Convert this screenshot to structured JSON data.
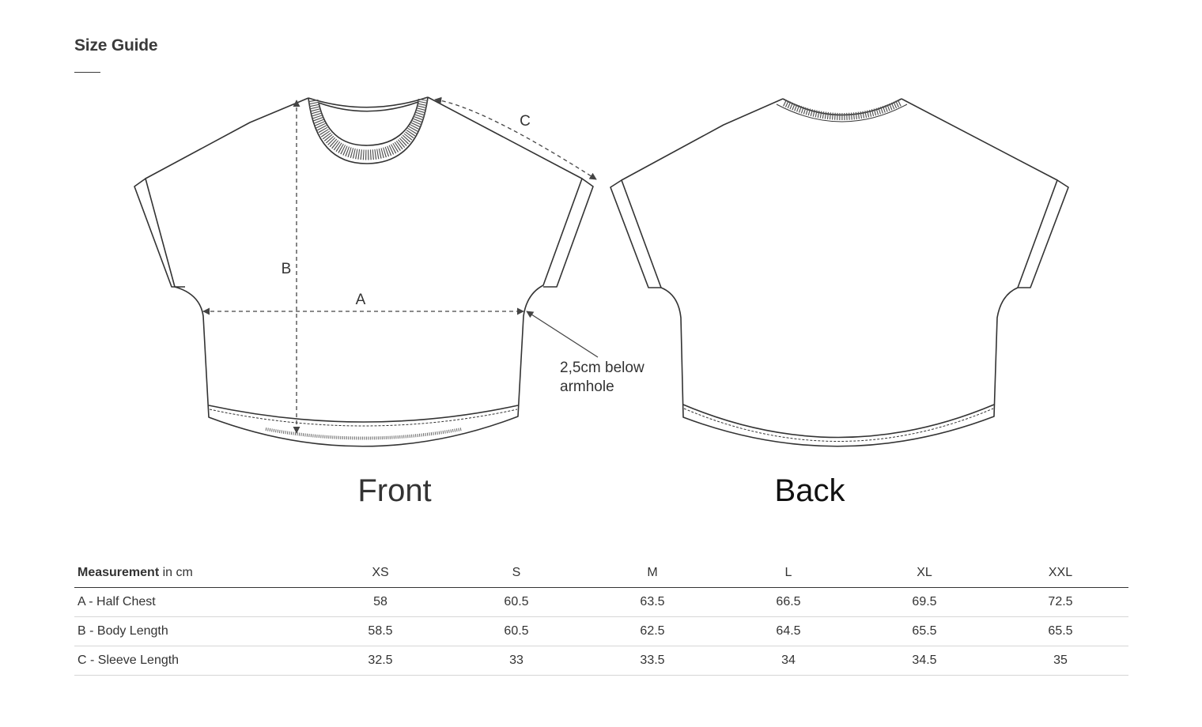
{
  "page": {
    "title": "Size Guide"
  },
  "diagram": {
    "front_label": "Front",
    "back_label": "Back",
    "markers": {
      "a": "A",
      "b": "B",
      "c": "C"
    },
    "note_line1": "2,5cm below",
    "note_line2": "armhole"
  },
  "table": {
    "header_strong": "Measurement",
    "header_unit": " in cm",
    "sizes": [
      "XS",
      "S",
      "M",
      "L",
      "XL",
      "XXL"
    ],
    "rows": [
      {
        "label": "A - Half Chest",
        "values": [
          "58",
          "60.5",
          "63.5",
          "66.5",
          "69.5",
          "72.5"
        ]
      },
      {
        "label": "B - Body Length",
        "values": [
          "58.5",
          "60.5",
          "62.5",
          "64.5",
          "65.5",
          "65.5"
        ]
      },
      {
        "label": "C - Sleeve Length",
        "values": [
          "32.5",
          "33",
          "33.5",
          "34",
          "34.5",
          "35"
        ]
      }
    ]
  },
  "colors": {
    "line": "#333333",
    "rib": "#666666",
    "rule": "#d6d6d6"
  }
}
